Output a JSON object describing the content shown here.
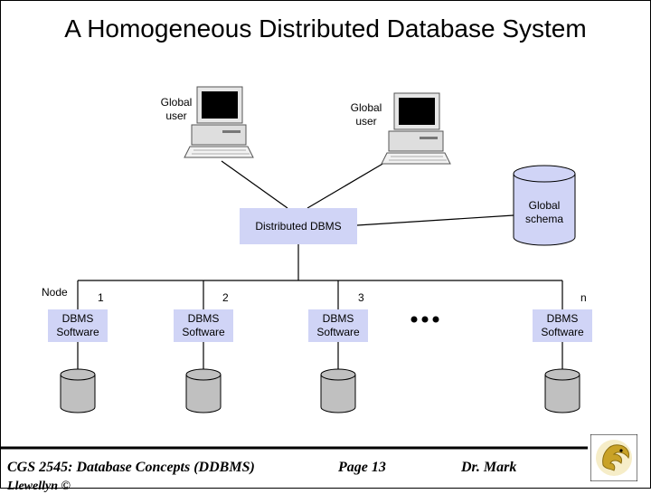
{
  "title": "A Homogeneous Distributed Database System",
  "users": [
    {
      "label": "Global user"
    },
    {
      "label": "Global user"
    }
  ],
  "ddbms_label": "Distributed DBMS",
  "schema_label": "Global schema",
  "node_label": "Node",
  "nodes": [
    {
      "number": "1",
      "software": "DBMS Software"
    },
    {
      "number": "2",
      "software": "DBMS Software"
    },
    {
      "number": "3",
      "software": "DBMS Software"
    },
    {
      "number": "n",
      "software": "DBMS Software"
    }
  ],
  "ellipsis": "•••",
  "footer": {
    "course": "CGS 2545: Database Concepts  (DDBMS)",
    "page": "Page 13",
    "author": "Dr. Mark",
    "author_cont": "Llewellyn ©"
  },
  "colors": {
    "box_fill": "#d0d4f6",
    "cylinder_fill": "#c0c0c0",
    "logo_gold": "#c9a227"
  }
}
